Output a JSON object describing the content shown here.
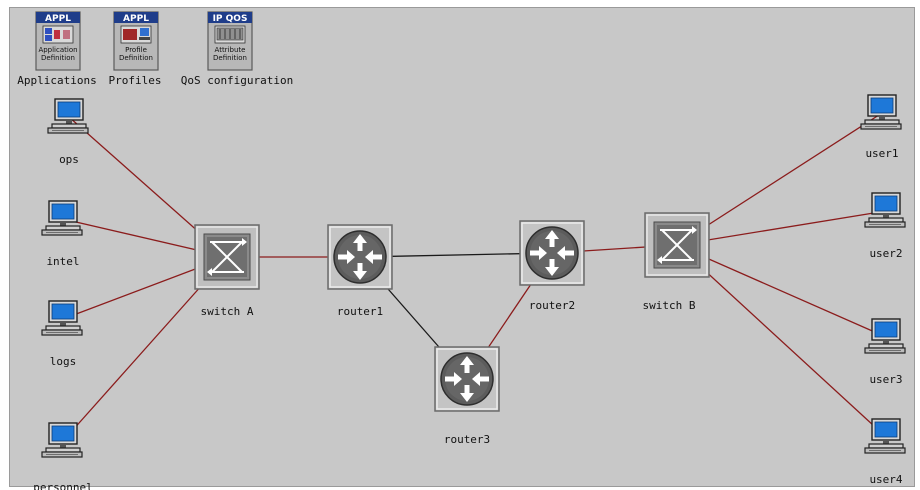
{
  "colors": {
    "canvas": "#c8c8c8",
    "link_red": "#8b1c1c",
    "link_black": "#1a1a1a",
    "monitor": "#1e78d8",
    "config_banner": "#1f3d8a"
  },
  "config_objects": [
    {
      "banner": "APPL",
      "icon": "application-definition-icon",
      "caption_lines": [
        "Application",
        "Definition"
      ],
      "label": "Applications"
    },
    {
      "banner": "APPL",
      "icon": "profile-definition-icon",
      "caption_lines": [
        "Profile",
        "Definition"
      ],
      "label": "Profiles"
    },
    {
      "banner": "IP QOS",
      "icon": "attribute-definition-icon",
      "caption_lines": [
        "Attribute",
        "Definition"
      ],
      "label": "QoS configuration"
    }
  ],
  "nodes": {
    "ops": {
      "type": "workstation",
      "label": "ops"
    },
    "intel": {
      "type": "workstation",
      "label": "intel"
    },
    "logs": {
      "type": "workstation",
      "label": "logs"
    },
    "personnel": {
      "type": "workstation",
      "label": "personnel"
    },
    "switchA": {
      "type": "switch",
      "label": "switch A"
    },
    "router1": {
      "type": "router",
      "label": "router1"
    },
    "router2": {
      "type": "router",
      "label": "router2"
    },
    "router3": {
      "type": "router",
      "label": "router3"
    },
    "switchB": {
      "type": "switch",
      "label": "switch B"
    },
    "user1": {
      "type": "workstation",
      "label": "user1"
    },
    "user2": {
      "type": "workstation",
      "label": "user2"
    },
    "user3": {
      "type": "workstation",
      "label": "user3"
    },
    "user4": {
      "type": "workstation",
      "label": "user4"
    }
  },
  "links": [
    {
      "from": "ops",
      "to": "switchA",
      "color": "red"
    },
    {
      "from": "intel",
      "to": "switchA",
      "color": "red"
    },
    {
      "from": "logs",
      "to": "switchA",
      "color": "red"
    },
    {
      "from": "personnel",
      "to": "switchA",
      "color": "red"
    },
    {
      "from": "switchA",
      "to": "router1",
      "color": "red"
    },
    {
      "from": "router1",
      "to": "router2",
      "color": "black"
    },
    {
      "from": "router1",
      "to": "router3",
      "color": "black"
    },
    {
      "from": "router3",
      "to": "router2",
      "color": "red"
    },
    {
      "from": "router2",
      "to": "switchB",
      "color": "red"
    },
    {
      "from": "switchB",
      "to": "user1",
      "color": "red"
    },
    {
      "from": "switchB",
      "to": "user2",
      "color": "red"
    },
    {
      "from": "switchB",
      "to": "user3",
      "color": "red"
    },
    {
      "from": "switchB",
      "to": "user4",
      "color": "red"
    }
  ]
}
